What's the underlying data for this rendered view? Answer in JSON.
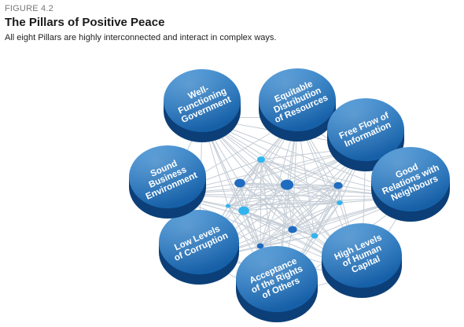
{
  "figure": {
    "label": "FIGURE 4.2",
    "title": "The Pillars of Positive Peace",
    "subtitle": "All eight Pillars are highly interconnected and interact in complex ways."
  },
  "pillars": [
    {
      "id": "well-functioning-government",
      "lines": [
        "Well-",
        "Functioning",
        "Government"
      ]
    },
    {
      "id": "equitable-distribution-of-resources",
      "lines": [
        "Equitable",
        "Distribution",
        "of Resources"
      ]
    },
    {
      "id": "free-flow-of-information",
      "lines": [
        "Free Flow of",
        "Information"
      ]
    },
    {
      "id": "good-relations-with-neighbours",
      "lines": [
        "Good",
        "Relations with",
        "Neighbours"
      ]
    },
    {
      "id": "high-levels-of-human-capital",
      "lines": [
        "High Levels",
        "of Human",
        "Capital"
      ]
    },
    {
      "id": "acceptance-of-the-rights-of-others",
      "lines": [
        "Acceptance",
        "of the Rights",
        "of Others"
      ]
    },
    {
      "id": "low-levels-of-corruption",
      "lines": [
        "Low Levels",
        "of Corruption"
      ]
    },
    {
      "id": "sound-business-environment",
      "lines": [
        "Sound",
        "Business",
        "Environment"
      ]
    }
  ],
  "colors": {
    "disc_top_light": "#3d8fd4",
    "disc_top_dark": "#1660a8",
    "disc_side": "#0c3f78",
    "network_line": "#c5cdd6",
    "node_dark": "#1f6cc0",
    "node_light": "#32b4ee"
  }
}
